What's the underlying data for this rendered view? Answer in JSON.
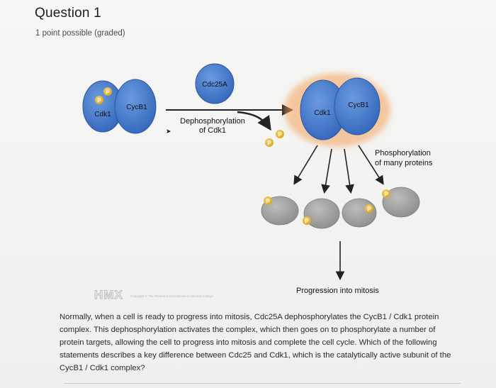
{
  "question": {
    "title": "Question 1",
    "points": "1 point possible (graded)",
    "text": "Normally, when a cell is ready to progress into mitosis, Cdc25A dephosphorylates the CycB1 / Cdk1 protein complex. This dephosphorylation activates the complex, which then goes on to phosphorylate a number of protein targets, allowing the cell to progress into mitosis and complete the cell cycle. Which of the following statements describes a key difference between Cdc25 and Cdk1, which is the catalytically active subunit of the CycB1 / Cdk1 complex?"
  },
  "figure": {
    "cdc25a_label": "Cdc25A",
    "cdk1_label": "Cdk1",
    "cycb1_label": "CycB1",
    "phosphate_label": "P",
    "dephos_line1": "Dephosphorylation",
    "dephos_line2": "of Cdk1",
    "phos_line1": "Phosphorylation",
    "phos_line2": "of many proteins",
    "progression_label": "Progression into mitosis",
    "watermark_logo": "HMX",
    "copyright": "Copyright © The President and Fellows of Harvard College"
  },
  "colors": {
    "protein_blue": "#3f74c9",
    "protein_edge": "#2a56a0",
    "phosphate": "#e8b430",
    "target_gray": "#9a9a98",
    "glow": "#f3a25a"
  }
}
